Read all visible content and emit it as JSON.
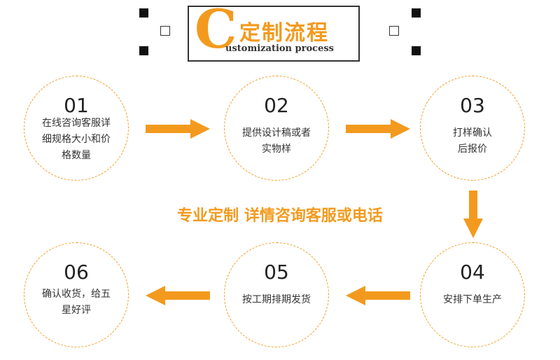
{
  "header": {
    "letter": "C",
    "title": "定制流程",
    "subtitle": "ustomization process"
  },
  "tagline": "专业定制 详情咨询客服或电话",
  "steps": [
    {
      "num": "01",
      "text": "在线咨询客服详\n细规格大小和价\n格数量"
    },
    {
      "num": "02",
      "text": "提供设计稿或者\n实物样"
    },
    {
      "num": "03",
      "text": "打样确认\n后报价"
    },
    {
      "num": "04",
      "text": "安排下单生产"
    },
    {
      "num": "05",
      "text": "按工期排期发货"
    },
    {
      "num": "06",
      "text": "确认收货，给五\n星好评"
    }
  ],
  "colors": {
    "accent": "#f39a1e",
    "border": "#333333"
  },
  "icons": [
    "arrow-right-icon",
    "arrow-down-icon",
    "arrow-left-icon"
  ]
}
